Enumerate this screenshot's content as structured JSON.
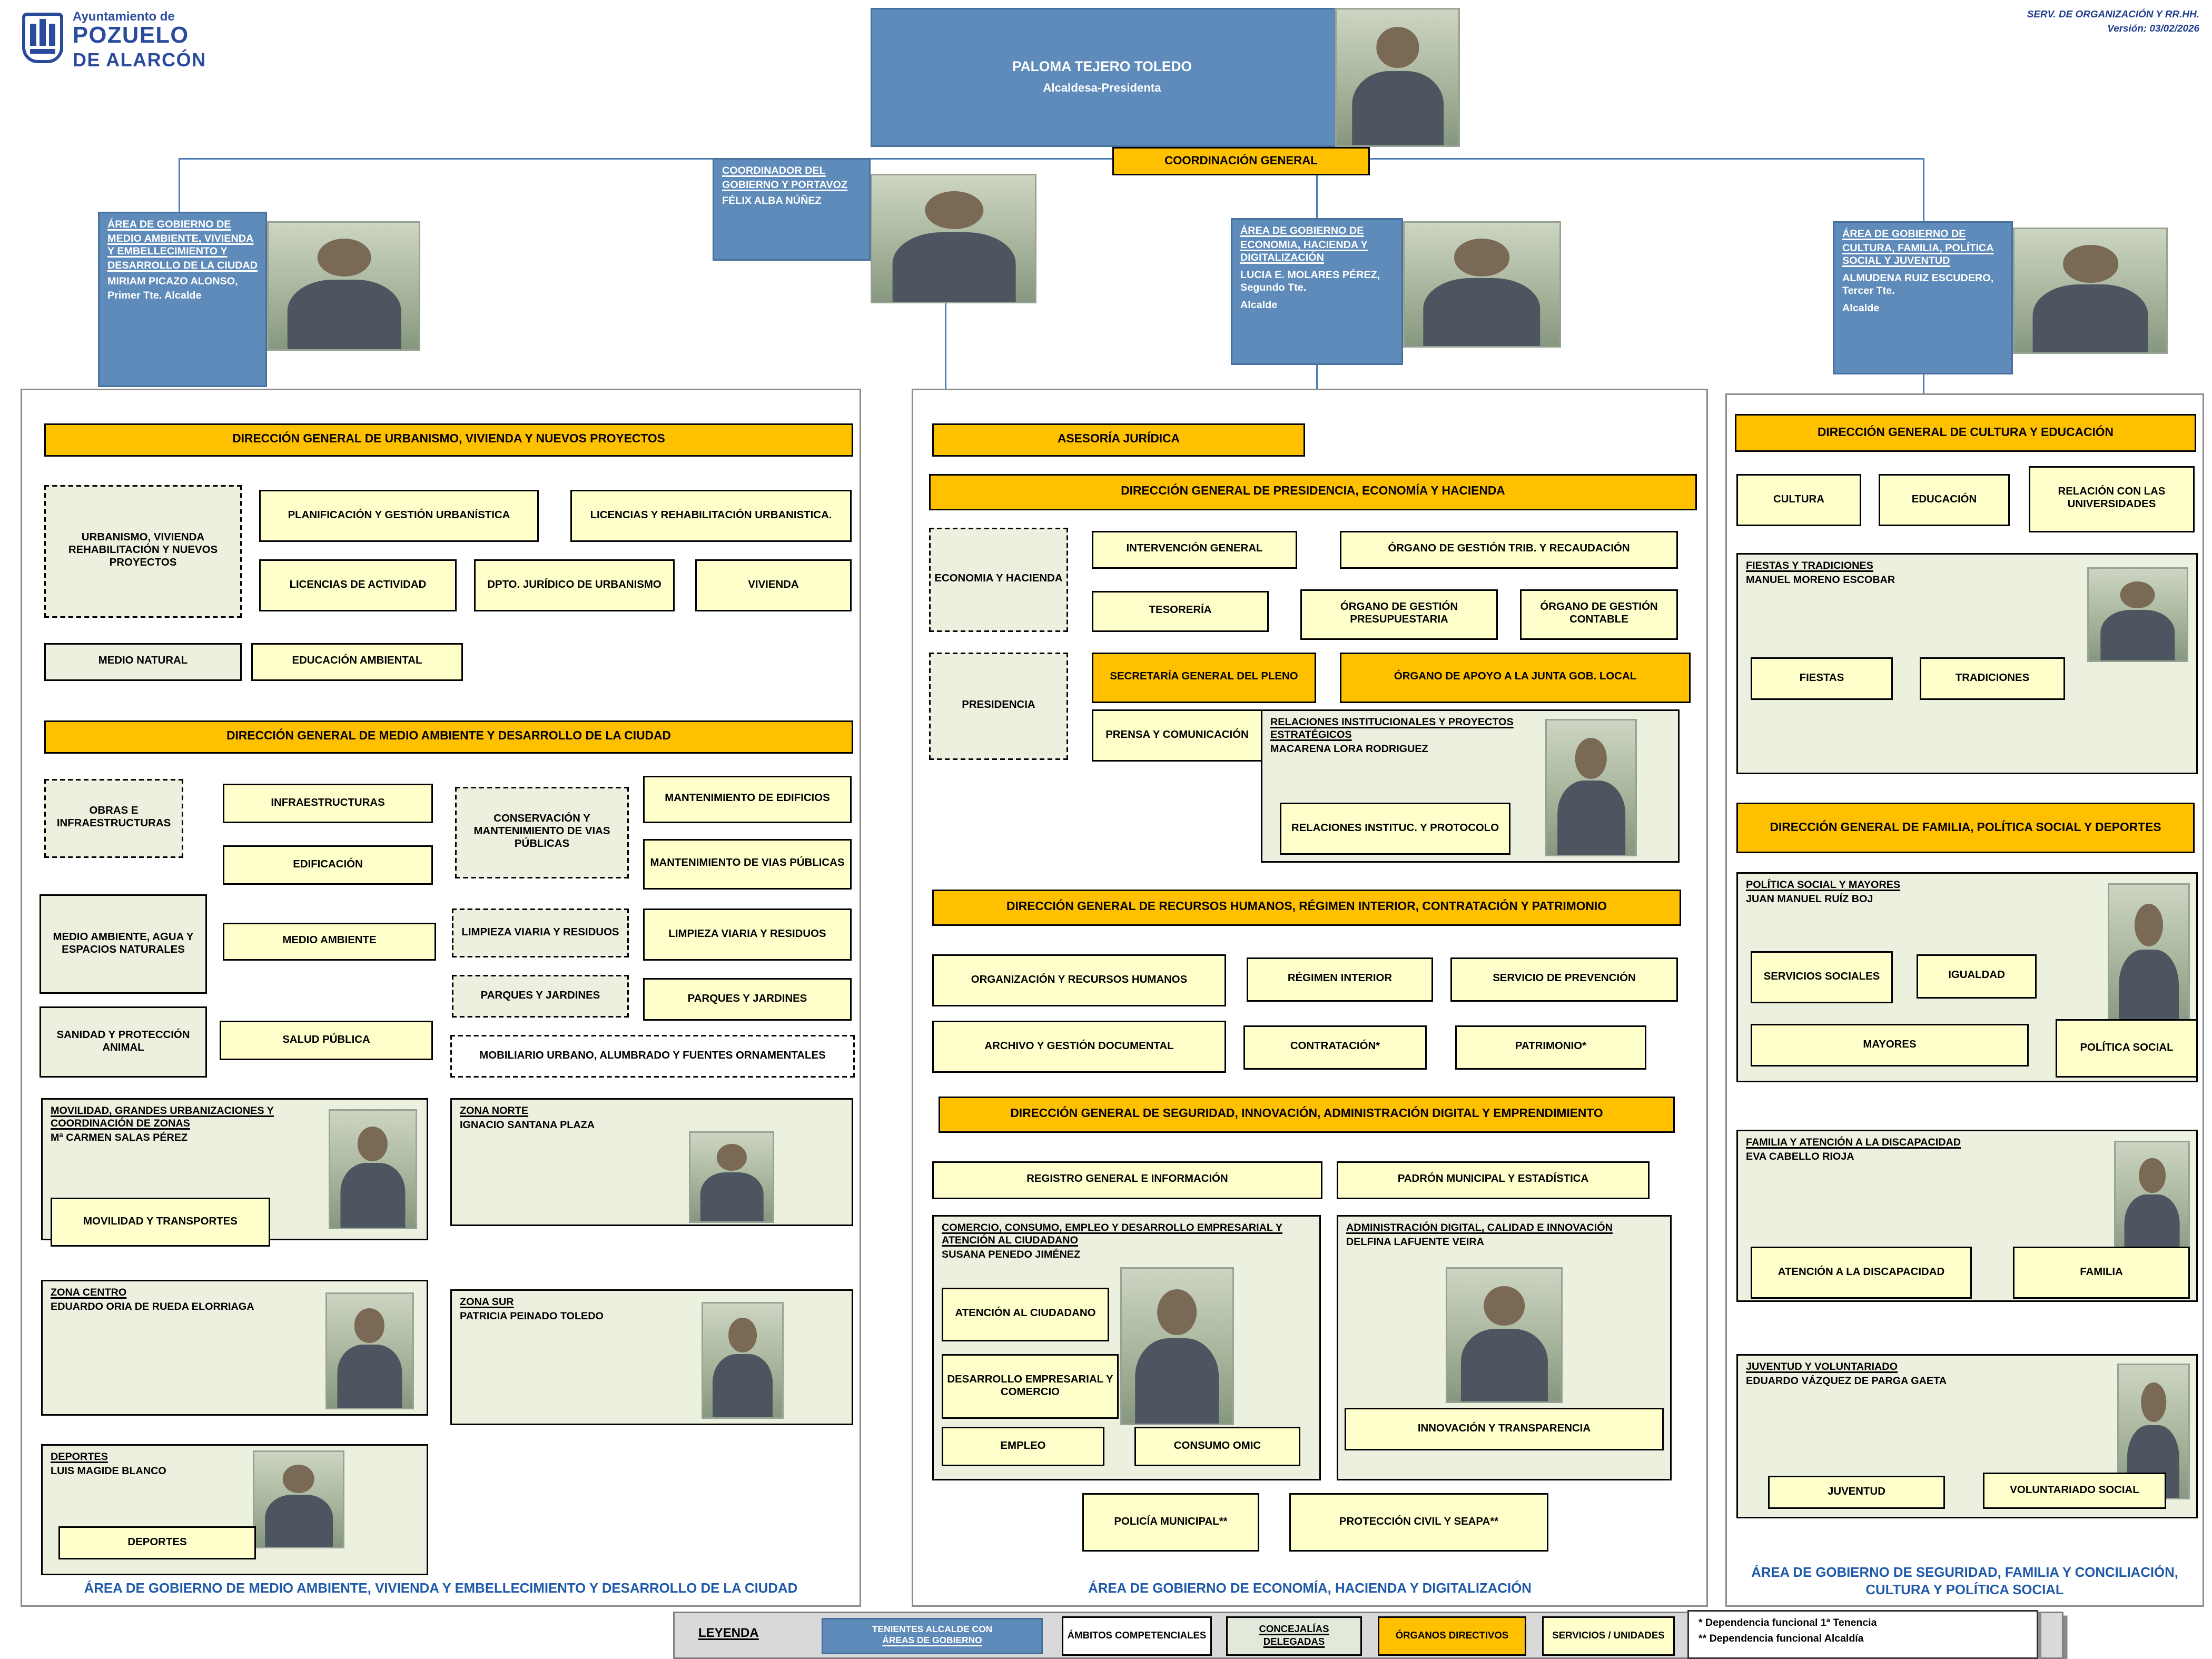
{
  "header": {
    "logo": {
      "line1": "Ayuntamiento de",
      "line2": "POZUELO",
      "line3": "DE ALARCÓN"
    },
    "meta": {
      "line1": "SERV. DE ORGANIZACIÓN Y RR.HH.",
      "line2": "Versión: 03/02/2026"
    },
    "mayor": {
      "name": "PALOMA TEJERO TOLEDO",
      "role": "Alcaldesa-Presidenta"
    },
    "coordination": "COORDINACIÓN GENERAL"
  },
  "areas": {
    "a1": {
      "title": "ÁREA DE GOBIERNO DE MEDIO AMBIENTE, VIVIENDA Y EMBELLECIMIENTO Y DESARROLLO DE LA CIUDAD",
      "holder": "MIRIAM PICAZO ALONSO, Primer Tte. Alcalde"
    },
    "coordinador": {
      "title": "COORDINADOR DEL GOBIERNO Y PORTAVOZ",
      "holder": "FÉLIX ALBA NÚÑEZ"
    },
    "a2": {
      "title": "ÁREA DE GOBIERNO DE ECONOMIA, HACIENDA Y DIGITALIZACIÓN",
      "holder": "LUCIA E. MOLARES PÉREZ, Segundo Tte.",
      "holder2": "Alcalde"
    },
    "a3": {
      "title": "ÁREA DE GOBIERNO DE CULTURA, FAMILIA, POLÍTICA SOCIAL Y JUVENTUD",
      "holder": "ALMUDENA RUIZ ESCUDERO, Tercer Tte.",
      "holder2": "Alcalde"
    }
  },
  "left": {
    "dg_urbanismo": "DIRECCIÓN GENERAL DE URBANISMO, VIVIENDA Y NUEVOS PROYECTOS",
    "urbanismo": "URBANISMO, VIVIENDA REHABILITACIÓN Y NUEVOS PROYECTOS",
    "planificacion": "PLANIFICACIÓN Y GESTIÓN URBANÍSTICA",
    "licencias_rehab": "LICENCIAS Y REHABILITACIÓN URBANISTICA.",
    "licencias_act": "LICENCIAS DE ACTIVIDAD",
    "dpto_juridico": "DPTO. JURÍDICO DE URBANISMO",
    "vivienda": "VIVIENDA",
    "medio_natural": "MEDIO NATURAL",
    "educacion_ambiental": "EDUCACIÓN AMBIENTAL",
    "dg_medio": "DIRECCIÓN GENERAL DE MEDIO AMBIENTE Y DESARROLLO DE LA CIUDAD",
    "obras": "OBRAS E INFRAESTRUCTURAS",
    "infraestructuras": "INFRAESTRUCTURAS",
    "edificacion": "EDIFICACIÓN",
    "conservacion": "CONSERVACIÓN Y MANTENIMIENTO DE VIAS PÚBLICAS",
    "mant_edificios": "MANTENIMIENTO DE EDIFICIOS",
    "mant_vias": "MANTENIMIENTO DE VIAS PÚBLICAS",
    "medio_agua": "MEDIO AMBIENTE, AGUA Y ESPACIOS NATURALES",
    "medio_ambiente": "MEDIO AMBIENTE",
    "limpieza_g": "LIMPIEZA VIARIA Y RESIDUOS",
    "limpieza_y": "LIMPIEZA VIARIA Y RESIDUOS",
    "parques_g": "PARQUES Y JARDINES",
    "parques_y": "PARQUES Y JARDINES",
    "sanidad": "SANIDAD Y PROTECCIÓN ANIMAL",
    "salud": "SALUD PÚBLICA",
    "mobiliario": "MOBILIARIO URBANO, ALUMBRADO Y FUENTES ORNAMENTALES",
    "movilidad": {
      "title": "MOVILIDAD, GRANDES URBANIZACIONES Y COORDINACIÓN DE ZONAS",
      "holder": "Mª CARMEN SALAS PÉREZ",
      "sub": "MOVILIDAD Y TRANSPORTES"
    },
    "zona_norte": {
      "title": "ZONA NORTE",
      "holder": "IGNACIO SANTANA PLAZA"
    },
    "zona_centro": {
      "title": "ZONA CENTRO",
      "holder": "EDUARDO ORIA DE RUEDA ELORRIAGA"
    },
    "zona_sur": {
      "title": "ZONA SUR",
      "holder": "PATRICIA PEINADO TOLEDO"
    },
    "deportes": {
      "title": "DEPORTES",
      "holder": "LUIS MAGIDE BLANCO",
      "sub": "DEPORTES"
    },
    "caption": "ÁREA DE GOBIERNO DE MEDIO AMBIENTE, VIVIENDA Y EMBELLECIMIENTO Y DESARROLLO DE LA CIUDAD"
  },
  "middle": {
    "asesoria": "ASESORÍA JURÍDICA",
    "dg_presidencia": "DIRECCIÓN GENERAL DE PRESIDENCIA, ECONOMÍA Y HACIENDA",
    "economia": "ECONOMIA Y HACIENDA",
    "intervencion": "INTERVENCIÓN GENERAL",
    "gestion_trib": "ÓRGANO DE GESTIÓN TRIB. Y RECAUDACIÓN",
    "tesoreria": "TESORERÍA",
    "gestion_pres": "ÓRGANO DE GESTIÓN PRESUPUESTARIA",
    "gestion_cont": "ÓRGANO DE GESTIÓN CONTABLE",
    "presidencia": "PRESIDENCIA",
    "secretaria": "SECRETARÍA GENERAL DEL PLENO",
    "apoyo_junta": "ÓRGANO DE APOYO A LA JUNTA GOB. LOCAL",
    "prensa": "PRENSA Y COMUNICACIÓN",
    "relaciones": {
      "title": "RELACIONES INSTITUCIONALES Y PROYECTOS ESTRATÉGICOS",
      "holder": "MACARENA LORA RODRIGUEZ",
      "sub": "RELACIONES INSTITUC. Y PROTOCOLO"
    },
    "dg_rrhh": "DIRECCIÓN GENERAL DE RECURSOS HUMANOS, RÉGIMEN INTERIOR, CONTRATACIÓN Y PATRIMONIO",
    "organizacion": "ORGANIZACIÓN Y RECURSOS HUMANOS",
    "regimen": "RÉGIMEN INTERIOR",
    "prevencion": "SERVICIO DE PREVENCIÓN",
    "archivo": "ARCHIVO Y GESTIÓN DOCUMENTAL",
    "contratacion": "CONTRATACIÓN*",
    "patrimonio": "PATRIMONIO*",
    "dg_seguridad": "DIRECCIÓN GENERAL DE SEGURIDAD, INNOVACIÓN, ADMINISTRACIÓN DIGITAL Y EMPRENDIMIENTO",
    "registro": "REGISTRO GENERAL E INFORMACIÓN",
    "padron": "PADRÓN MUNICIPAL Y ESTADÍSTICA",
    "comercio": {
      "title": "COMERCIO, CONSUMO, EMPLEO Y DESARROLLO EMPRESARIAL Y ATENCIÓN AL CIUDADANO",
      "holder": "SUSANA PENEDO JIMÉNEZ",
      "sub1": "ATENCIÓN AL CIUDADANO",
      "sub2": "DESARROLLO EMPRESARIAL Y COMERCIO",
      "sub3": "EMPLEO",
      "sub4": "CONSUMO OMIC"
    },
    "admin_digital": {
      "title": "ADMINISTRACIÓN DIGITAL, CALIDAD E INNOVACIÓN",
      "holder": "DELFINA LAFUENTE VEIRA",
      "sub": "INNOVACIÓN Y TRANSPARENCIA"
    },
    "policia": "POLICÍA MUNICIPAL**",
    "proteccion": "PROTECCIÓN CIVIL Y SEAPA**",
    "caption": "ÁREA DE GOBIERNO DE ECONOMÍA, HACIENDA Y DIGITALIZACIÓN"
  },
  "right": {
    "dg_cultura": "DIRECCIÓN GENERAL DE CULTURA Y EDUCACIÓN",
    "cultura": "CULTURA",
    "educacion": "EDUCACIÓN",
    "universidades": "RELACIÓN CON LAS UNIVERSIDADES",
    "fiestas": {
      "title": "FIESTAS Y TRADICIONES",
      "holder": "MANUEL MORENO ESCOBAR",
      "sub1": "FIESTAS",
      "sub2": "TRADICIONES"
    },
    "dg_familia": "DIRECCIÓN GENERAL DE FAMILIA, POLÍTICA SOCIAL Y DEPORTES",
    "politica": {
      "title": "POLÍTICA SOCIAL Y MAYORES",
      "holder": "JUAN MANUEL RUÍZ BOJ",
      "sub1": "SERVICIOS SOCIALES",
      "sub2": "IGUALDAD",
      "sub3": "MAYORES",
      "sub4": "POLÍTICA SOCIAL"
    },
    "familia": {
      "title": "FAMILIA Y ATENCIÓN A LA DISCAPACIDAD",
      "holder": "EVA CABELLO RIOJA",
      "sub1": "ATENCIÓN A LA DISCAPACIDAD",
      "sub2": "FAMILIA"
    },
    "juventud": {
      "title": "JUVENTUD Y VOLUNTARIADO",
      "holder": "EDUARDO VÁZQUEZ DE PARGA GAETA",
      "sub1": "JUVENTUD",
      "sub2": "VOLUNTARIADO SOCIAL"
    },
    "caption1": "ÁREA DE GOBIERNO DE SEGURIDAD, FAMILIA Y CONCILIACIÓN,",
    "caption2": "CULTURA Y POLÍTICA SOCIAL"
  },
  "legend": {
    "title": "LEYENDA",
    "tenientes1": "TENIENTES ALCALDE CON",
    "tenientes2": "ÁREAS DE GOBIERNO",
    "ambitos": "ÁMBITOS COMPETENCIALES",
    "concejalias": "CONCEJALÍAS DELEGADAS",
    "organos": "ÓRGANOS DIRECTIVOS",
    "servicios": "SERVICIOS / UNIDADES",
    "note1": "* Dependencia funcional 1ª Tenencia",
    "note2": "** Dependencia funcional Alcaldía"
  },
  "colors": {
    "blue": "#5F8BBB",
    "orange": "#FFC000",
    "yellow": "#FFFFCC",
    "green": "#EBF1DE",
    "caption_blue": "#1F5AA8"
  }
}
